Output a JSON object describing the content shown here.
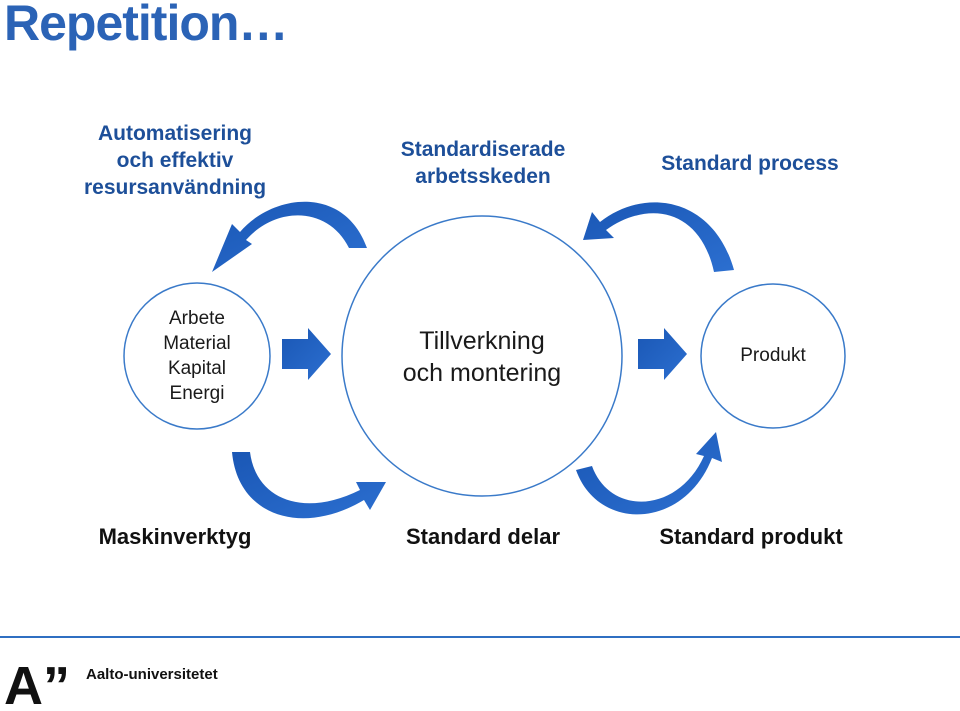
{
  "title": "Repetition…",
  "labels": {
    "automation": "Automatisering\noch effektiv\nresursanvändning",
    "standard_stages": "Standardiserade\narbetsskeden",
    "standard_process": "Standard process",
    "machine_tools": "Maskinverktyg",
    "standard_parts": "Standard delar",
    "standard_product": "Standard produkt"
  },
  "circles": {
    "inputs": "Arbete\nMaterial\nKapital\nEnergi",
    "process": "Tillverkning\noch montering",
    "product": "Produkt"
  },
  "logo": {
    "mark": "A”",
    "name": "Aalto-universitetet"
  },
  "colors": {
    "title": "#2b63b6",
    "accent_blue": "#1d4f99",
    "arrow_blue": "#1f5fbf",
    "circle_stroke": "#3a7ac9",
    "footer_line": "#2f6fc2"
  },
  "icons": {
    "flow_arrow": "right-block-arrow",
    "cycle_arrow": "curved-arrow"
  }
}
